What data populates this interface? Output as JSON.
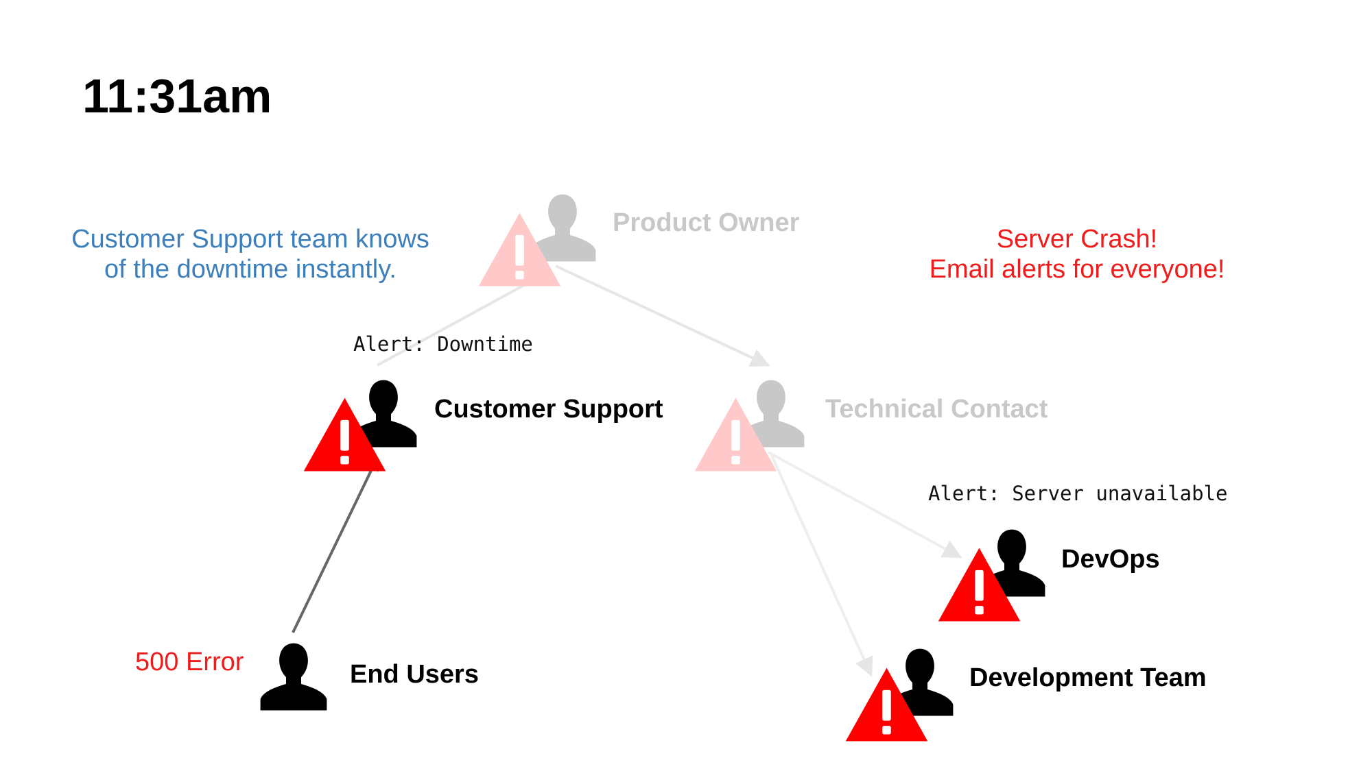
{
  "slide": {
    "time": "11:31am",
    "note_left_line1": "Customer Support team knows",
    "note_left_line2": "of the downtime instantly.",
    "note_right_line1": "Server Crash!",
    "note_right_line2": "Email alerts for everyone!",
    "error_label": "500 Error",
    "alert_downtime": "Alert: Downtime",
    "alert_server": "Alert: Server unavailable"
  },
  "nodes": {
    "product_owner": "Product Owner",
    "customer_support": "Customer Support",
    "technical_contact": "Technical Contact",
    "devops": "DevOps",
    "development_team": "Development Team",
    "end_users": "End Users"
  },
  "colors": {
    "active_person": "#000000",
    "faded_person": "#c8c8c8",
    "warning_red": "#ff0000",
    "faded_warning": "#ffc9c9",
    "note_blue": "#3d7fbb",
    "note_red": "#ee1c1c",
    "active_link": "#666666",
    "faded_link": "#e6e6e6"
  },
  "icons": {
    "person": "person-silhouette-icon",
    "warning": "warning-triangle-icon"
  }
}
